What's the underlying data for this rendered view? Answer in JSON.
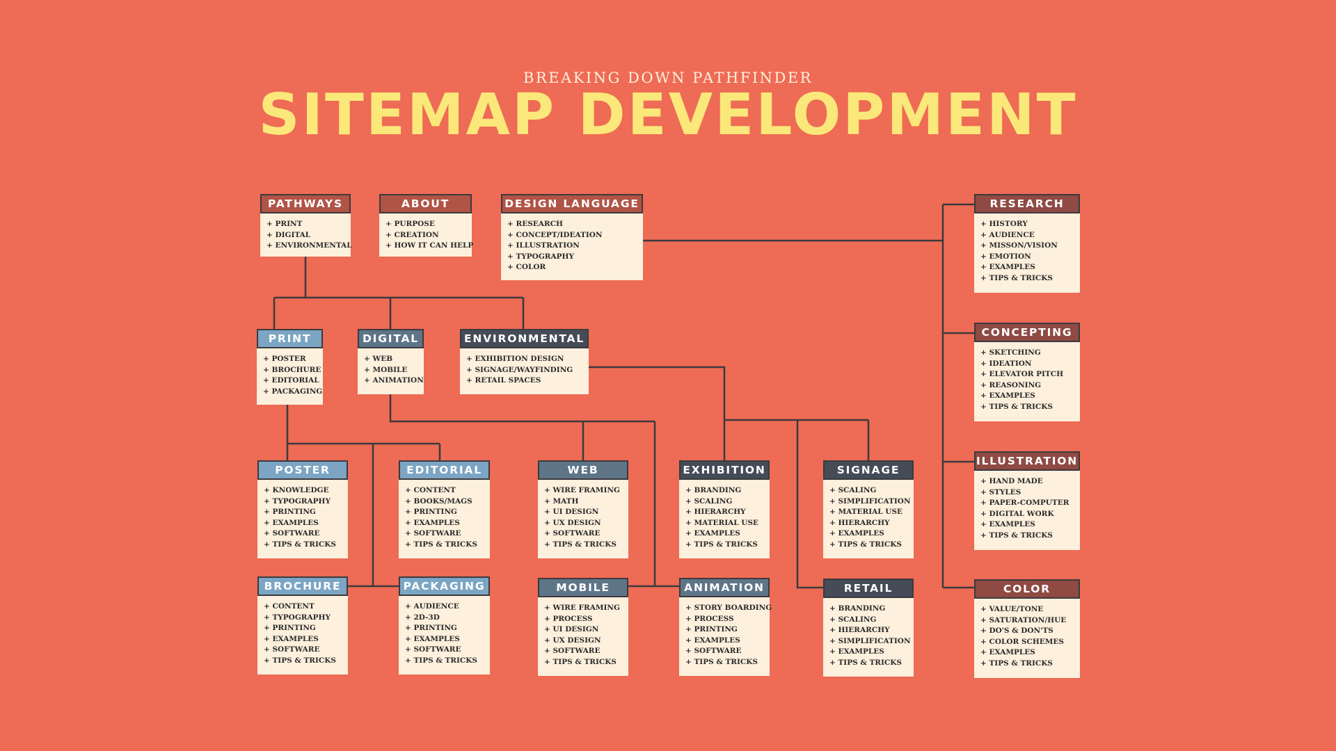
{
  "header": {
    "subtitle": "BREAKING DOWN PATHFINDER",
    "title": "SITEMAP DEVELOPMENT"
  },
  "colors": {
    "background": "#ee6b55",
    "title": "#fbe87a",
    "box": "#fdf0dc",
    "line": "#3b3a3e",
    "header_brown": "#b05446",
    "header_dark_brown": "#8e4a43",
    "header_light_blue": "#7ca5c3",
    "header_steel_blue": "#5e7588",
    "header_slate": "#454c57"
  },
  "nodes": {
    "pathways": {
      "title": "PATHWAYS",
      "items": [
        "PRINT",
        "DIGITAL",
        "ENVIRONMENTAL"
      ]
    },
    "about": {
      "title": "ABOUT",
      "items": [
        "PURPOSE",
        "CREATION",
        "HOW IT CAN HELP"
      ]
    },
    "design_language": {
      "title": "DESIGN LANGUAGE",
      "items": [
        "RESEARCH",
        "CONCEPT/IDEATION",
        "ILLUSTRATION",
        "TYPOGRAPHY",
        "COLOR"
      ]
    },
    "research": {
      "title": "RESEARCH",
      "items": [
        "HISTORY",
        "AUDIENCE",
        "MISSON/VISION",
        "EMOTION",
        "EXAMPLES",
        "TIPS & TRICKS"
      ]
    },
    "concepting": {
      "title": "CONCEPTING",
      "items": [
        "SKETCHING",
        "IDEATION",
        "ELEVATOR PITCH",
        "REASONING",
        "EXAMPLES",
        "TIPS & TRICKS"
      ]
    },
    "illustration": {
      "title": "ILLUSTRATION",
      "items": [
        "HAND MADE",
        "STYLES",
        "PAPER-COMPUTER",
        "DIGITAL WORK",
        "EXAMPLES",
        "TIPS & TRICKS"
      ]
    },
    "color": {
      "title": "COLOR",
      "items": [
        "VALUE/TONE",
        "SATURATION/HUE",
        "DO'S & DON'TS",
        "COLOR SCHEMES",
        "EXAMPLES",
        "TIPS & TRICKS"
      ]
    },
    "print": {
      "title": "PRINT",
      "items": [
        "POSTER",
        "BROCHURE",
        "EDITORIAL",
        "PACKAGING"
      ]
    },
    "digital": {
      "title": "DIGITAL",
      "items": [
        "WEB",
        "MOBILE",
        "ANIMATION"
      ]
    },
    "environmental": {
      "title": "ENVIRONMENTAL",
      "items": [
        "EXHIBITION DESIGN",
        "SIGNAGE/WAYFINDING",
        "RETAIL SPACES"
      ]
    },
    "poster": {
      "title": "POSTER",
      "items": [
        "KNOWLEDGE",
        "TYPOGRAPHY",
        "PRINTING",
        "EXAMPLES",
        "SOFTWARE",
        "TIPS & TRICKS"
      ]
    },
    "editorial": {
      "title": "EDITORIAL",
      "items": [
        "CONTENT",
        "BOOKS/MAGS",
        "PRINTING",
        "EXAMPLES",
        "SOFTWARE",
        "TIPS & TRICKS"
      ]
    },
    "web": {
      "title": "WEB",
      "items": [
        "WIRE FRAMING",
        "MATH",
        "UI DESIGN",
        "UX DESIGN",
        "SOFTWARE",
        "TIPS & TRICKS"
      ]
    },
    "exhibition": {
      "title": "EXHIBITION",
      "items": [
        "BRANDING",
        "SCALING",
        "HIERARCHY",
        "MATERIAL USE",
        "EXAMPLES",
        "TIPS & TRICKS"
      ]
    },
    "signage": {
      "title": "SIGNAGE",
      "items": [
        "SCALING",
        "SIMPLIFICATION",
        "MATERIAL USE",
        "HIERARCHY",
        "EXAMPLES",
        "TIPS & TRICKS"
      ]
    },
    "brochure": {
      "title": "BROCHURE",
      "items": [
        "CONTENT",
        "TYPOGRAPHY",
        "PRINTING",
        "EXAMPLES",
        "SOFTWARE",
        "TIPS & TRICKS"
      ]
    },
    "packaging": {
      "title": "PACKAGING",
      "items": [
        "AUDIENCE",
        "2D-3D",
        "PRINTING",
        "EXAMPLES",
        "SOFTWARE",
        "TIPS & TRICKS"
      ]
    },
    "mobile": {
      "title": "MOBILE",
      "items": [
        "WIRE FRAMING",
        "PROCESS",
        "UI DESIGN",
        "UX DESIGN",
        "SOFTWARE",
        "TIPS & TRICKS"
      ]
    },
    "animation": {
      "title": "ANIMATION",
      "items": [
        "STORY BOARDING",
        "PROCESS",
        "PRINTING",
        "EXAMPLES",
        "SOFTWARE",
        "TIPS & TRICKS"
      ]
    },
    "retail": {
      "title": "RETAIL",
      "items": [
        "BRANDING",
        "SCALING",
        "HIERARCHY",
        "SIMPLIFICATION",
        "EXAMPLES",
        "TIPS & TRICKS"
      ]
    }
  }
}
